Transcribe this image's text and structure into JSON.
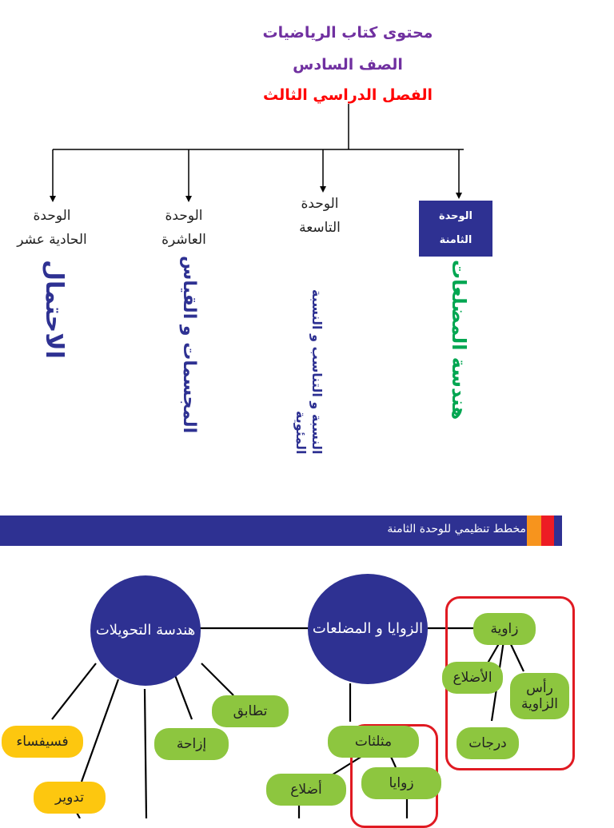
{
  "header": {
    "line1": "محتوى كتاب الرياضيات",
    "line2": "الصف السادس",
    "line3": "الفصل الدراسي الثالث",
    "line1_color": "#7030a0",
    "line2_color": "#7030a0",
    "line3_color": "#ff0000"
  },
  "units": [
    {
      "label_line1": "الوحدة",
      "label_line2": "الحادية عشر",
      "topic": "الاحتمال",
      "topic_color": "#2e3192"
    },
    {
      "label_line1": "الوحدة",
      "label_line2": "العاشرة",
      "topic": "المجسمات و القياس",
      "topic_color": "#2e3192"
    },
    {
      "label_line1": "الوحدة",
      "label_line2": "التاسعة",
      "topic": "النسبة و التناسب و النسبة المئوية",
      "topic_color": "#2e3192"
    },
    {
      "label_line1": "الوحدة",
      "label_line2": "الثامنة",
      "topic": "هندسة المضلعات",
      "topic_color": "#00a651"
    }
  ],
  "banner": {
    "text": "مخطط تنظيمي للوحدة الثامنة"
  },
  "concept_map": {
    "circles": {
      "transformations": "هندسة التحويلات",
      "angles_polygons": "الزوايا و المضلعات"
    },
    "nodes": {
      "angle": "زاوية",
      "sides_angle": "الأضلاع",
      "vertex": "رأس الزاوية",
      "degrees": "درجات",
      "triangles": "مثلثات",
      "sides": "أضلاع",
      "angles": "زوايا",
      "congruence": "تطابق",
      "translation": "إزاحة",
      "tessellation": "فسيفساء",
      "rotation": "تدوير"
    }
  },
  "colors": {
    "navy": "#2e3192",
    "green_node": "#8dc63f",
    "yellow_node": "#fdc70f",
    "red_frame": "#e01a22"
  }
}
